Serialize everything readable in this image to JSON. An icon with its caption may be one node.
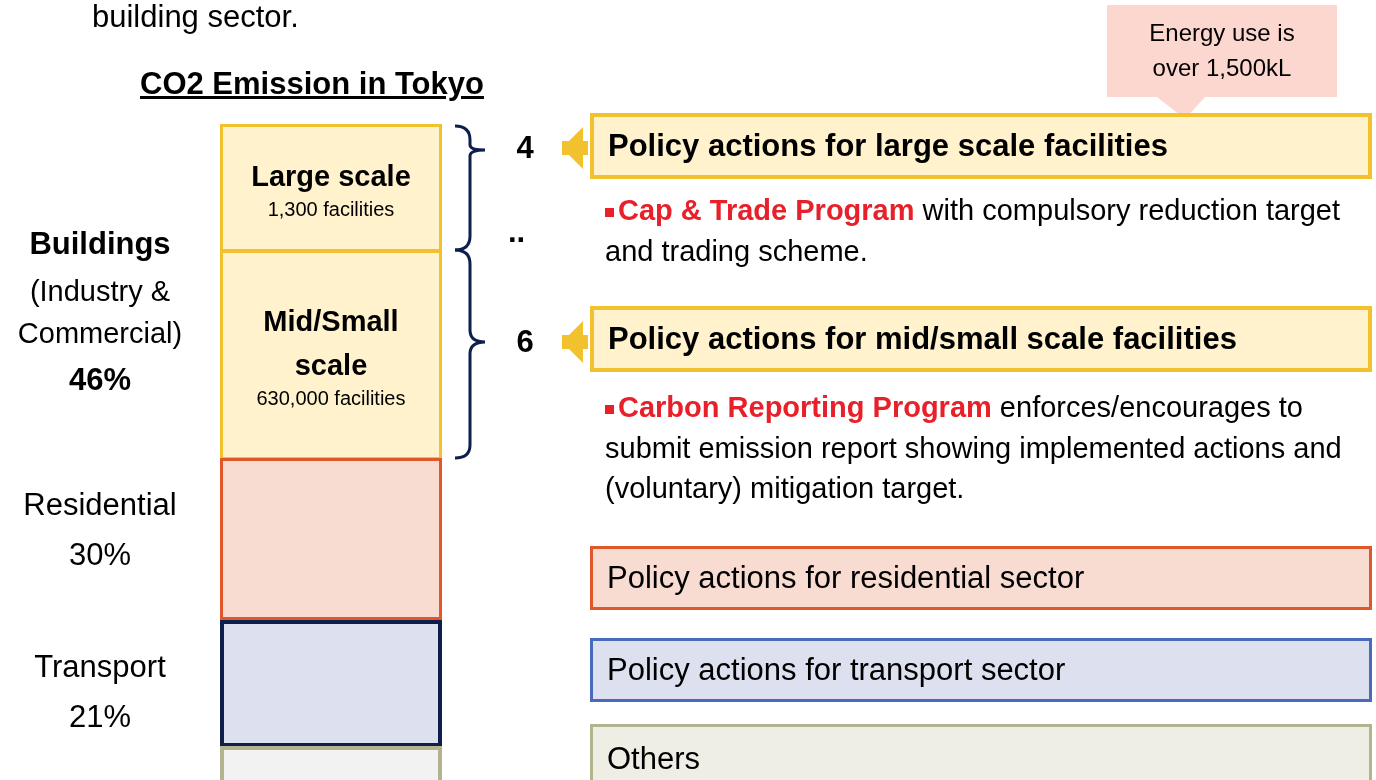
{
  "diagram": {
    "title": "CO2 Emission in Tokyo",
    "nodes": [
      {
        "text": [
          "Large scale",
          "1,300 facilities"
        ]
      },
      {
        "text": [
          "Mid/Small scale",
          "630,000 facilities"
        ]
      },
      {
        "text": [],
        "shape": "box",
        "beside": [
          "Residential",
          "30%"
        ]
      },
      {
        "text": [],
        "shape": "box",
        "beside": [
          "Transport",
          "21%"
        ]
      },
      {
        "text": [],
        "shape": "box"
      },
      {
        "text": [
          "Energy use is over 1,500kL"
        ]
      },
      {
        "text": [
          "Policy actions for large scale facilities"
        ]
      },
      {
        "text": [
          "Policy actions for mid/small scale facilities"
        ]
      },
      {
        "text": [
          "Policy actions for residential sector"
        ]
      },
      {
        "text": [
          "Policy actions for transport sector"
        ]
      },
      {
        "text": [
          "Others"
        ]
      },
      {
        "text": [
          "4"
        ]
      },
      {
        "text": [
          "6"
        ]
      }
    ],
    "edges": [
      {
        "from": 6,
        "to": 11,
        "arrow": "to"
      },
      {
        "from": 7,
        "to": 12,
        "arrow": "to"
      }
    ],
    "labels": [
      "building sector.",
      "Buildings",
      "(Industry & Commercial)",
      "46%",
      "..",
      "**Cap & Trade Program** with compulsory reduction target and trading scheme.",
      "**Carbon Reporting Program** enforces/encourages to submit emission report showing implemented actions and (voluntary) mitigation target."
    ]
  }
}
